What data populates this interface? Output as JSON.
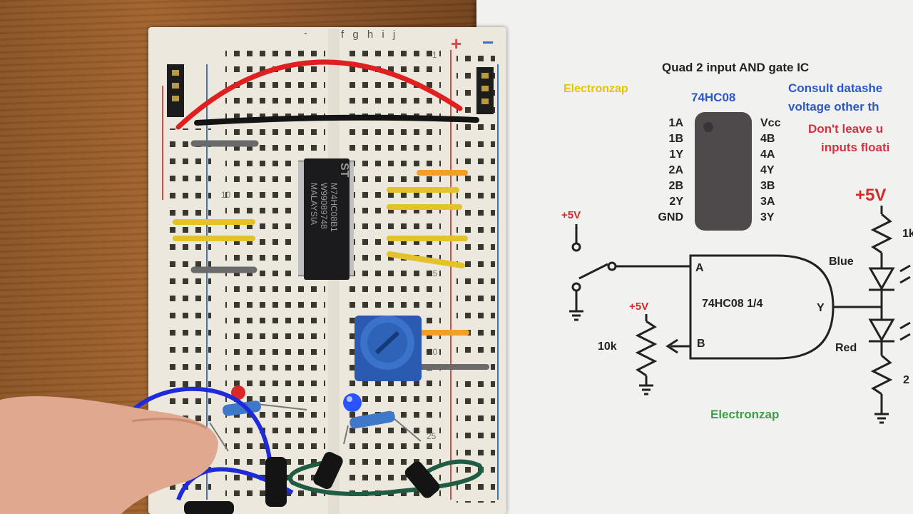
{
  "breadboard": {
    "column_letters": "f g h i j",
    "minus_sign_top": "-",
    "plus_sign": "+",
    "minus_sign": "−",
    "row_numbers": [
      "1",
      "10",
      "15",
      "20",
      "25"
    ]
  },
  "ic_chip": {
    "logo": "ST",
    "line1": "M74HC08B1",
    "line2": "W99089748",
    "line3": "MALAYSIA"
  },
  "schematic": {
    "title": "Quad 2 input AND gate IC",
    "brand_top": "Electronzap",
    "brand_bottom": "Electronzap",
    "ic_label": "74HC08",
    "note_datasheet_1": "Consult datashe",
    "note_datasheet_2": "voltage other th",
    "note_floating_1": "Don't leave u",
    "note_floating_2": "inputs floati",
    "pins_left": [
      "1A",
      "1B",
      "1Y",
      "2A",
      "2B",
      "2Y",
      "GND"
    ],
    "pins_right": [
      "Vcc",
      "4B",
      "4A",
      "4Y",
      "3B",
      "3A",
      "3Y"
    ],
    "plus5v_switch": "+5V",
    "plus5v_pot": "+5V",
    "plus5v_leds": "+5V",
    "pot_value": "10k",
    "gate_label": "74HC08 1/4",
    "input_a": "A",
    "input_b": "B",
    "output_y": "Y",
    "led_blue": "Blue",
    "led_red": "Red",
    "resistor_top": "1k",
    "resistor_bottom": "2"
  },
  "colors": {
    "brand_yellow": "#e8c400",
    "ic_blue": "#2c57c8",
    "note_red": "#d83040",
    "plus_red": "#d82828",
    "brand_green": "#3ca048",
    "rail_red": "#d84a4a",
    "rail_blue": "#3a72c8"
  }
}
